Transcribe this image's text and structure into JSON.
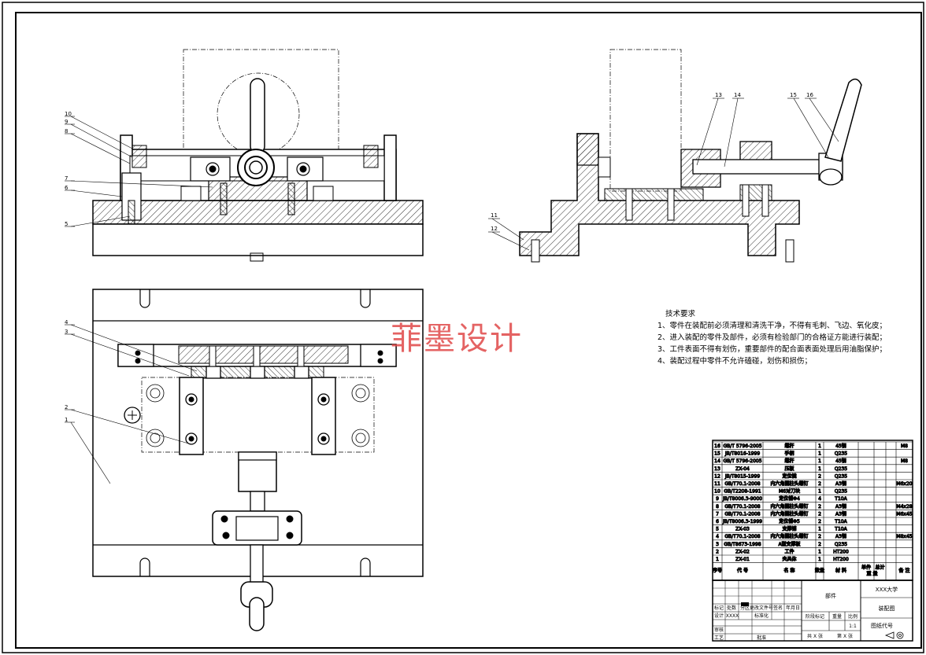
{
  "watermark": "菲墨设计",
  "tech_requirements": {
    "title": "技术要求",
    "items": [
      "1、零件在装配前必须清理和清洗干净，不得有毛刺、飞边、氧化皮；",
      "2、进入装配的零件及部件，必须有检验部门的合格证方能进行装配；",
      "3、工件表面不得有划伤，重要部件的配合面表面处理后用油脂保护；",
      "4、装配过程中零件不允许磕碰，划伤和损伤；"
    ]
  },
  "balloons_front": [
    "10",
    "9",
    "8",
    "7",
    "6",
    "5"
  ],
  "balloons_side": [
    "13",
    "14",
    "15",
    "16",
    "11",
    "12"
  ],
  "balloons_top": [
    "4",
    "3",
    "2",
    "1"
  ],
  "bom": {
    "rows": [
      {
        "no": "16",
        "code": "GB/T 5796-2005",
        "name": "螺杆",
        "qty": "1",
        "material": "45钢",
        "note": "M8"
      },
      {
        "no": "15",
        "code": "JB/T8016-1999",
        "name": "手柄",
        "qty": "1",
        "material": "Q235",
        "note": ""
      },
      {
        "no": "14",
        "code": "GB/T 5796-2005",
        "name": "螺杆",
        "qty": "1",
        "material": "45钢",
        "note": "M8"
      },
      {
        "no": "13",
        "code": "ZX-04",
        "name": "压板",
        "qty": "1",
        "material": "Q235",
        "note": ""
      },
      {
        "no": "12",
        "code": "JB/T8015-1999",
        "name": "定位键",
        "qty": "2",
        "material": "Q235",
        "note": ""
      },
      {
        "no": "11",
        "code": "GB/T70.1-2008",
        "name": "内六角圆柱头螺钉",
        "qty": "2",
        "material": "A3钢",
        "note": "M6x20"
      },
      {
        "no": "10",
        "code": "GB/T2208-1991",
        "name": "M6对刀块",
        "qty": "1",
        "material": "Q235",
        "note": ""
      },
      {
        "no": "9",
        "code": "JB/T8006.3-9000",
        "name": "定位销Φ4",
        "qty": "4",
        "material": "T10A",
        "note": ""
      },
      {
        "no": "8",
        "code": "GB/T70.1-2008",
        "name": "内六角圆柱头螺钉",
        "qty": "2",
        "material": "A3钢",
        "note": "M4x28"
      },
      {
        "no": "7",
        "code": "GB/T70.1-2008",
        "name": "内六角圆柱头螺钉",
        "qty": "2",
        "material": "A3钢",
        "note": "M6x45"
      },
      {
        "no": "6",
        "code": "JB/T8006.3-1999",
        "name": "定位销Φ5",
        "qty": "2",
        "material": "T10A",
        "note": ""
      },
      {
        "no": "5",
        "code": "ZX-03",
        "name": "支撑销",
        "qty": "1",
        "material": "T10A",
        "note": ""
      },
      {
        "no": "4",
        "code": "GB/T70.1-2008",
        "name": "内六角圆柱头螺钉",
        "qty": "2",
        "material": "A3钢",
        "note": "M8x45"
      },
      {
        "no": "3",
        "code": "GB/T8673-1998",
        "name": "A型支撑板",
        "qty": "2",
        "material": "Q235",
        "note": ""
      },
      {
        "no": "2",
        "code": "ZX-02",
        "name": "工件",
        "qty": "1",
        "material": "HT200",
        "note": ""
      },
      {
        "no": "1",
        "code": "ZX-01",
        "name": "夹具体",
        "qty": "1",
        "material": "HT200",
        "note": ""
      }
    ],
    "header": {
      "no": "序号",
      "code": "代 号",
      "name": "名 称",
      "qty": "数量",
      "material": "材 料",
      "unit_weight": "单件",
      "total_weight": "总计",
      "weight": "重 量",
      "note": "备 注"
    }
  },
  "title_block": {
    "school": "XXX大学",
    "part_type": "部件",
    "drawing_name": "装配图",
    "drawing_no": "图纸代号",
    "scale_label": "比例",
    "scale": "1:1",
    "stage_label": "阶段标记",
    "weight_label": "重量",
    "sheet_total": "共 X 张",
    "sheet_no": "第 X 张",
    "row_labels": [
      "标记",
      "处数",
      "分区",
      "更改文件号",
      "签名",
      "年月日"
    ],
    "designer_label": "设计",
    "designer": "XXXX",
    "standardize_label": "标准化",
    "review_label": "审核",
    "process_label": "工艺",
    "approve_label": "批准"
  },
  "colors": {
    "line": "#000000",
    "watermark": "#e04848",
    "background": "#ffffff"
  }
}
